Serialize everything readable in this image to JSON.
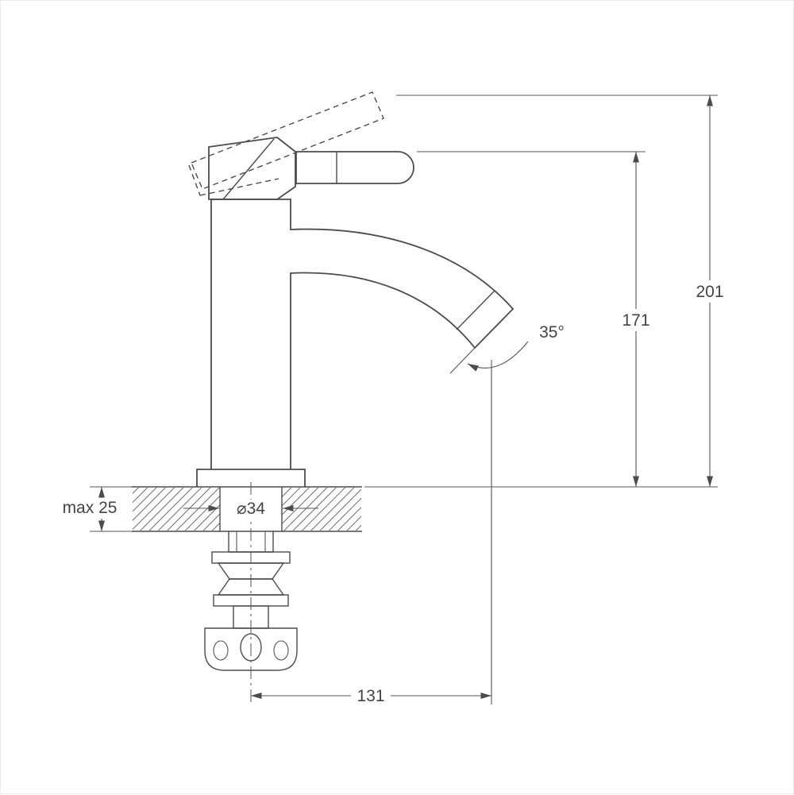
{
  "drawing": {
    "labels": {
      "total_height": "201",
      "height_to_spout": "171",
      "spout_angle": "35°",
      "max_counter_thickness": "max 25",
      "hole_diameter": "⌀34",
      "spout_reach": "131"
    },
    "colors": {
      "line": "#4b4c4e",
      "hatch": "#6a6b6d",
      "background": "#ffffff"
    }
  }
}
